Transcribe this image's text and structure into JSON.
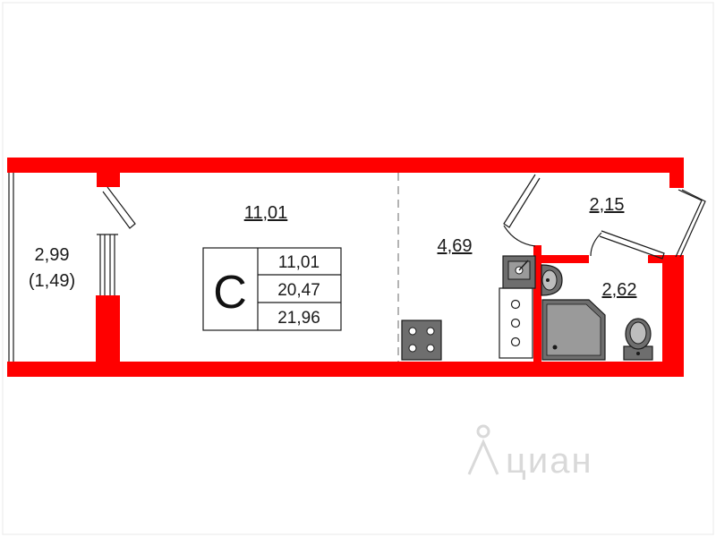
{
  "rooms": {
    "living_area": "11,01",
    "kitchen_area": "4,69",
    "hall_area": "2,15",
    "bathroom_area": "2,62",
    "balcony_area": "2,99",
    "balcony_area_reduced": "(1,49)"
  },
  "summary": {
    "type_letter": "С",
    "living": "11,01",
    "total": "20,47",
    "total_with_balcony": "21,96"
  },
  "watermark": "циан",
  "colors": {
    "wall": "#ff0000",
    "line": "#1a1a1a",
    "fixture_fill": "#6e6e6e",
    "dashed_partition": "#8a8a8a",
    "watermark": "#d9d9d9"
  },
  "icons": [
    "stove-icon",
    "sink-icon",
    "washbasin-icon",
    "shower-tray-icon",
    "toilet-icon",
    "door-swing-icon"
  ]
}
